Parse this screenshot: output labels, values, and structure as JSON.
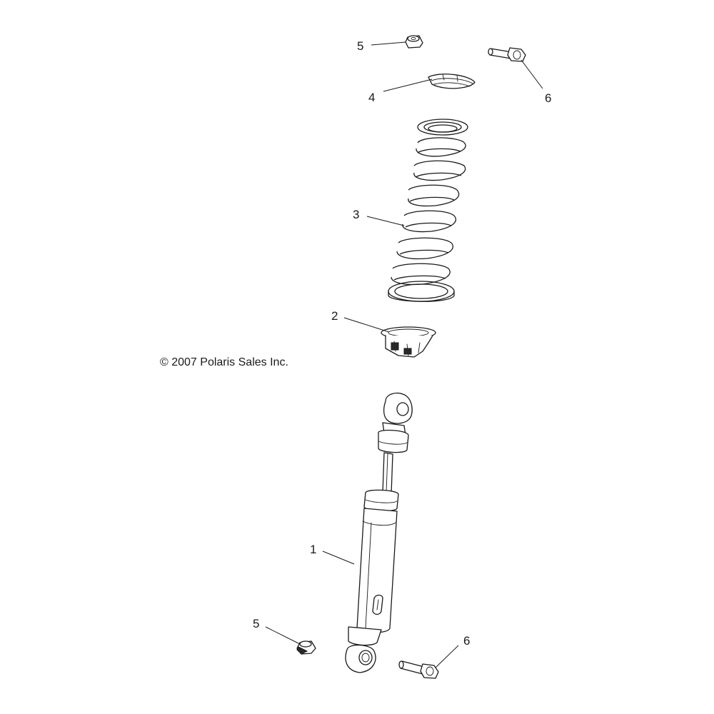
{
  "callouts": {
    "shock_absorber": "1",
    "lower_spring_seat": "2",
    "coil_spring": "3",
    "upper_spring_retainer": "4",
    "nut_top": "5",
    "bolt_top": "6",
    "nut_bottom": "5",
    "bolt_bottom": "6"
  },
  "copyright": "© 2007 Polaris Sales Inc."
}
